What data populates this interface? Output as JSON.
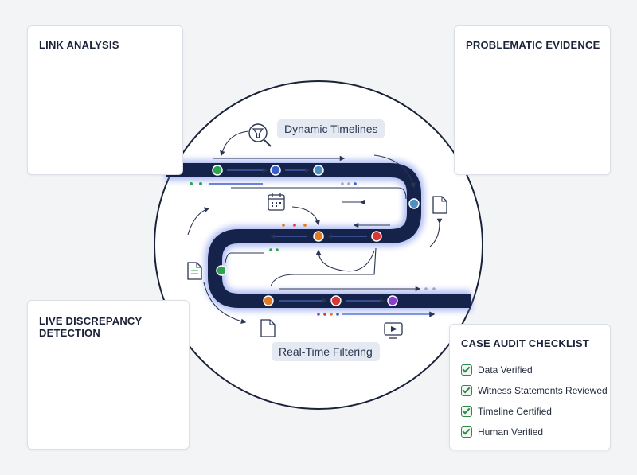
{
  "cards": {
    "link_analysis": {
      "title": "LINK ANALYSIS"
    },
    "problematic_evidence": {
      "title": "PROBLEMATIC EVIDENCE"
    },
    "live_discrepancy": {
      "title": "LIVE DISCREPANCY DETECTION"
    },
    "case_audit": {
      "title": "CASE AUDIT CHECKLIST",
      "items": [
        "Data Verified",
        "Witness Statements Reviewed",
        "Timeline Certified",
        "Human Verified"
      ]
    }
  },
  "center": {
    "top_label": "Dynamic Timelines",
    "bottom_label": "Real-Time Filtering"
  },
  "icons": {
    "top_label_icon": "filter-search-icon",
    "calendar": "calendar-icon",
    "documents": "document-icon",
    "video": "video-icon",
    "puzzle": "puzzle-icon",
    "gavel": "gavel-icon",
    "scales": "scales-icon"
  },
  "colors": {
    "track": "#15224a",
    "green": "#2da44e",
    "blue": "#3b5fc9",
    "teal": "#4a90c2",
    "orange": "#e07b24",
    "red": "#d93636",
    "purple": "#8a3fd1",
    "accent": "#1a2238"
  }
}
